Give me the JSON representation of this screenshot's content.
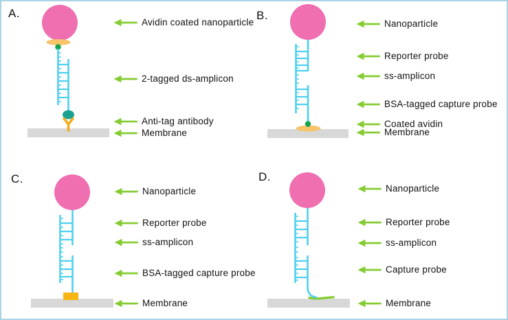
{
  "panels": [
    {
      "letter": "A.",
      "labels": [
        {
          "text": "Avidin coated nanoparticle"
        },
        {
          "text": "2-tagged ds-amplicon"
        },
        {
          "text": "Anti-tag antibody"
        },
        {
          "text": "Membrane"
        }
      ]
    },
    {
      "letter": "B.",
      "labels": [
        {
          "text": "Nanoparticle"
        },
        {
          "text": "Reporter probe"
        },
        {
          "text": "ss-amplicon"
        },
        {
          "text": "BSA-tagged capture probe"
        },
        {
          "text": "Coated avidin"
        },
        {
          "text": "Membrane"
        }
      ]
    },
    {
      "letter": "C.",
      "labels": [
        {
          "text": "Nanoparticle"
        },
        {
          "text": "Reporter probe"
        },
        {
          "text": "ss-amplicon"
        },
        {
          "text": "BSA-tagged capture probe"
        },
        {
          "text": "Membrane"
        }
      ]
    },
    {
      "letter": "D.",
      "labels": [
        {
          "text": "Nanoparticle"
        },
        {
          "text": "Reporter probe"
        },
        {
          "text": "ss-amplicon"
        },
        {
          "text": "Capture probe"
        },
        {
          "text": "Membrane"
        }
      ]
    }
  ],
  "icons": {
    "annotation_pointer": "left-arrow"
  },
  "colors": {
    "border": "#a9d4e6",
    "background": "#ffffff",
    "nanoparticle": "#ef6fb1",
    "strand": "#4ed0ee",
    "arrow": "#85cc32",
    "biotin": "#15a34b",
    "tag": "#1ba18f",
    "avidin": "#f8c469",
    "antibody": "#f2ac1e",
    "bsa": "#f6b514",
    "membrane": "#d8d8d8",
    "text": "#111111"
  }
}
